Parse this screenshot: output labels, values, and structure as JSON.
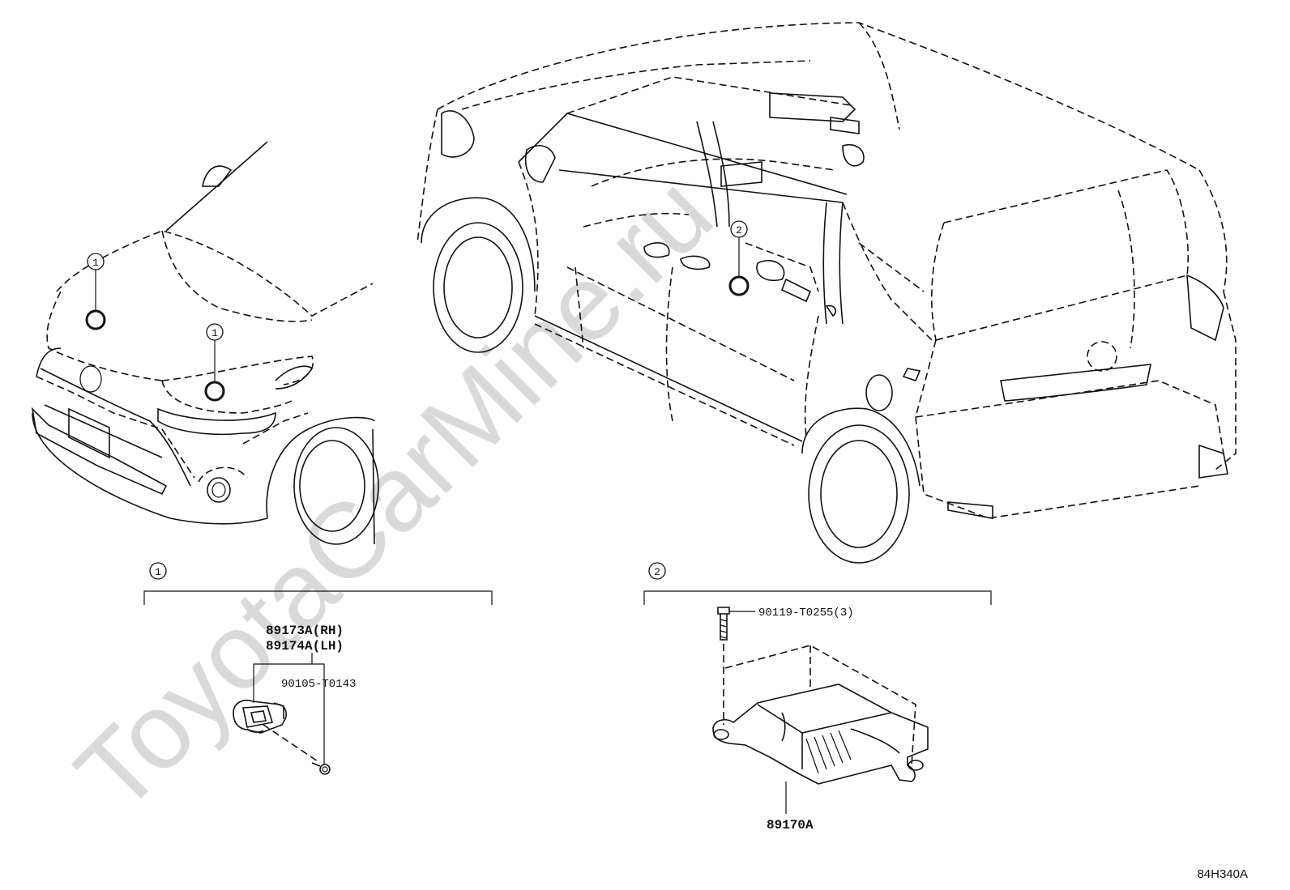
{
  "watermark": "ToyotaCarMine.ru",
  "diagram_id": "84H340A",
  "callouts": {
    "one": "1",
    "two": "2"
  },
  "group1": {
    "marker": "1",
    "part_rh": "89173A(RH)",
    "part_lh": "89174A(LH)",
    "bolt": "90105-T0143"
  },
  "group2": {
    "marker": "2",
    "bolt": "90119-T0255(3)",
    "ecu": "89170A"
  }
}
